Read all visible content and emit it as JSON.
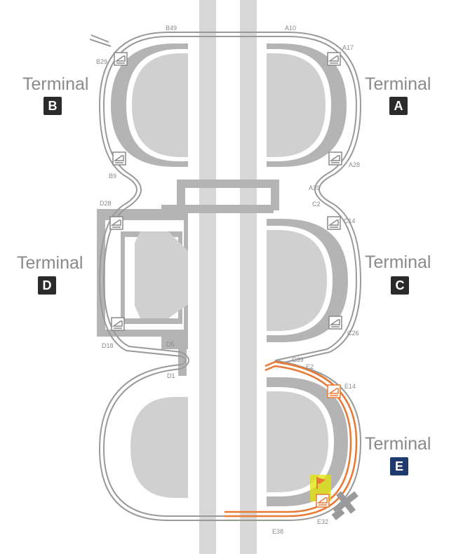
{
  "colors": {
    "road": "#d7d7d7",
    "concourse": "#b4b4b4",
    "building": "#d0d0d0",
    "train": "#9a9a9a",
    "route": "#e87a35",
    "highlight": "#e2e400",
    "badge_dark": "#2b2b2b",
    "badge_blue": "#1f3a6e"
  },
  "terminals": [
    {
      "word": "Terminal",
      "letter": "B"
    },
    {
      "word": "Terminal",
      "letter": "A"
    },
    {
      "word": "Terminal",
      "letter": "D"
    },
    {
      "word": "Terminal",
      "letter": "C"
    },
    {
      "word": "Terminal",
      "letter": "E"
    }
  ],
  "gates": [
    "B49",
    "A10",
    "B29",
    "A17",
    "B9",
    "A28",
    "A39",
    "D28",
    "C2",
    "C14",
    "C26",
    "D18",
    "D5",
    "D1",
    "C39",
    "E2",
    "E14",
    "E32",
    "E38"
  ],
  "icons": {
    "station": "skylink-station-icon",
    "flag": "destination-flag-icon",
    "plane": "airplane-icon"
  }
}
